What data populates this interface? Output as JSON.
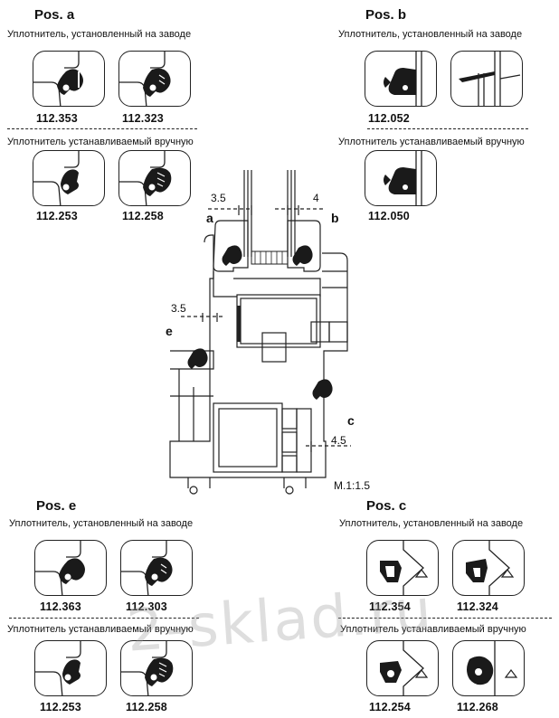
{
  "pos_a": {
    "title": "Pos. a",
    "factory_label": "Уплотнитель, установленный на заводе",
    "manual_label": "Уплотнитель устанавливаемый вручную",
    "factory_codes": [
      "112.353",
      "112.323"
    ],
    "manual_codes": [
      "112.253",
      "112.258"
    ]
  },
  "pos_b": {
    "title": "Pos. b",
    "factory_label": "Уплотнитель, установленный на заводе",
    "manual_label": "Уплотнитель устанавливаемый вручную",
    "factory_codes": [
      "112.052"
    ],
    "manual_codes": [
      "112.050"
    ]
  },
  "pos_e": {
    "title": "Pos. e",
    "factory_label": "Уплотнитель, установленный на заводе",
    "manual_label": "Уплотнитель устанавливаемый вручную",
    "factory_codes": [
      "112.363",
      "112.303"
    ],
    "manual_codes": [
      "112.253",
      "112.258"
    ]
  },
  "pos_c": {
    "title": "Pos. c",
    "factory_label": "Уплотнитель, установленный на заводе",
    "manual_label": "Уплотнитель устанавливаемый вручную",
    "factory_codes": [
      "112.354",
      "112.324"
    ],
    "manual_codes": [
      "112.254",
      "112.268"
    ]
  },
  "section": {
    "dim_a": "3.5",
    "dim_b": "4",
    "dim_e": "3.5",
    "dim_c": "4.5",
    "letter_a": "a",
    "letter_b": "b",
    "letter_e": "e",
    "letter_c": "c",
    "scale": "M.1:1.5"
  },
  "watermark": "2-sklad.ru",
  "colors": {
    "ink": "#111111",
    "gasket": "#1a1a1a",
    "watermark": "#a0a0a0"
  }
}
